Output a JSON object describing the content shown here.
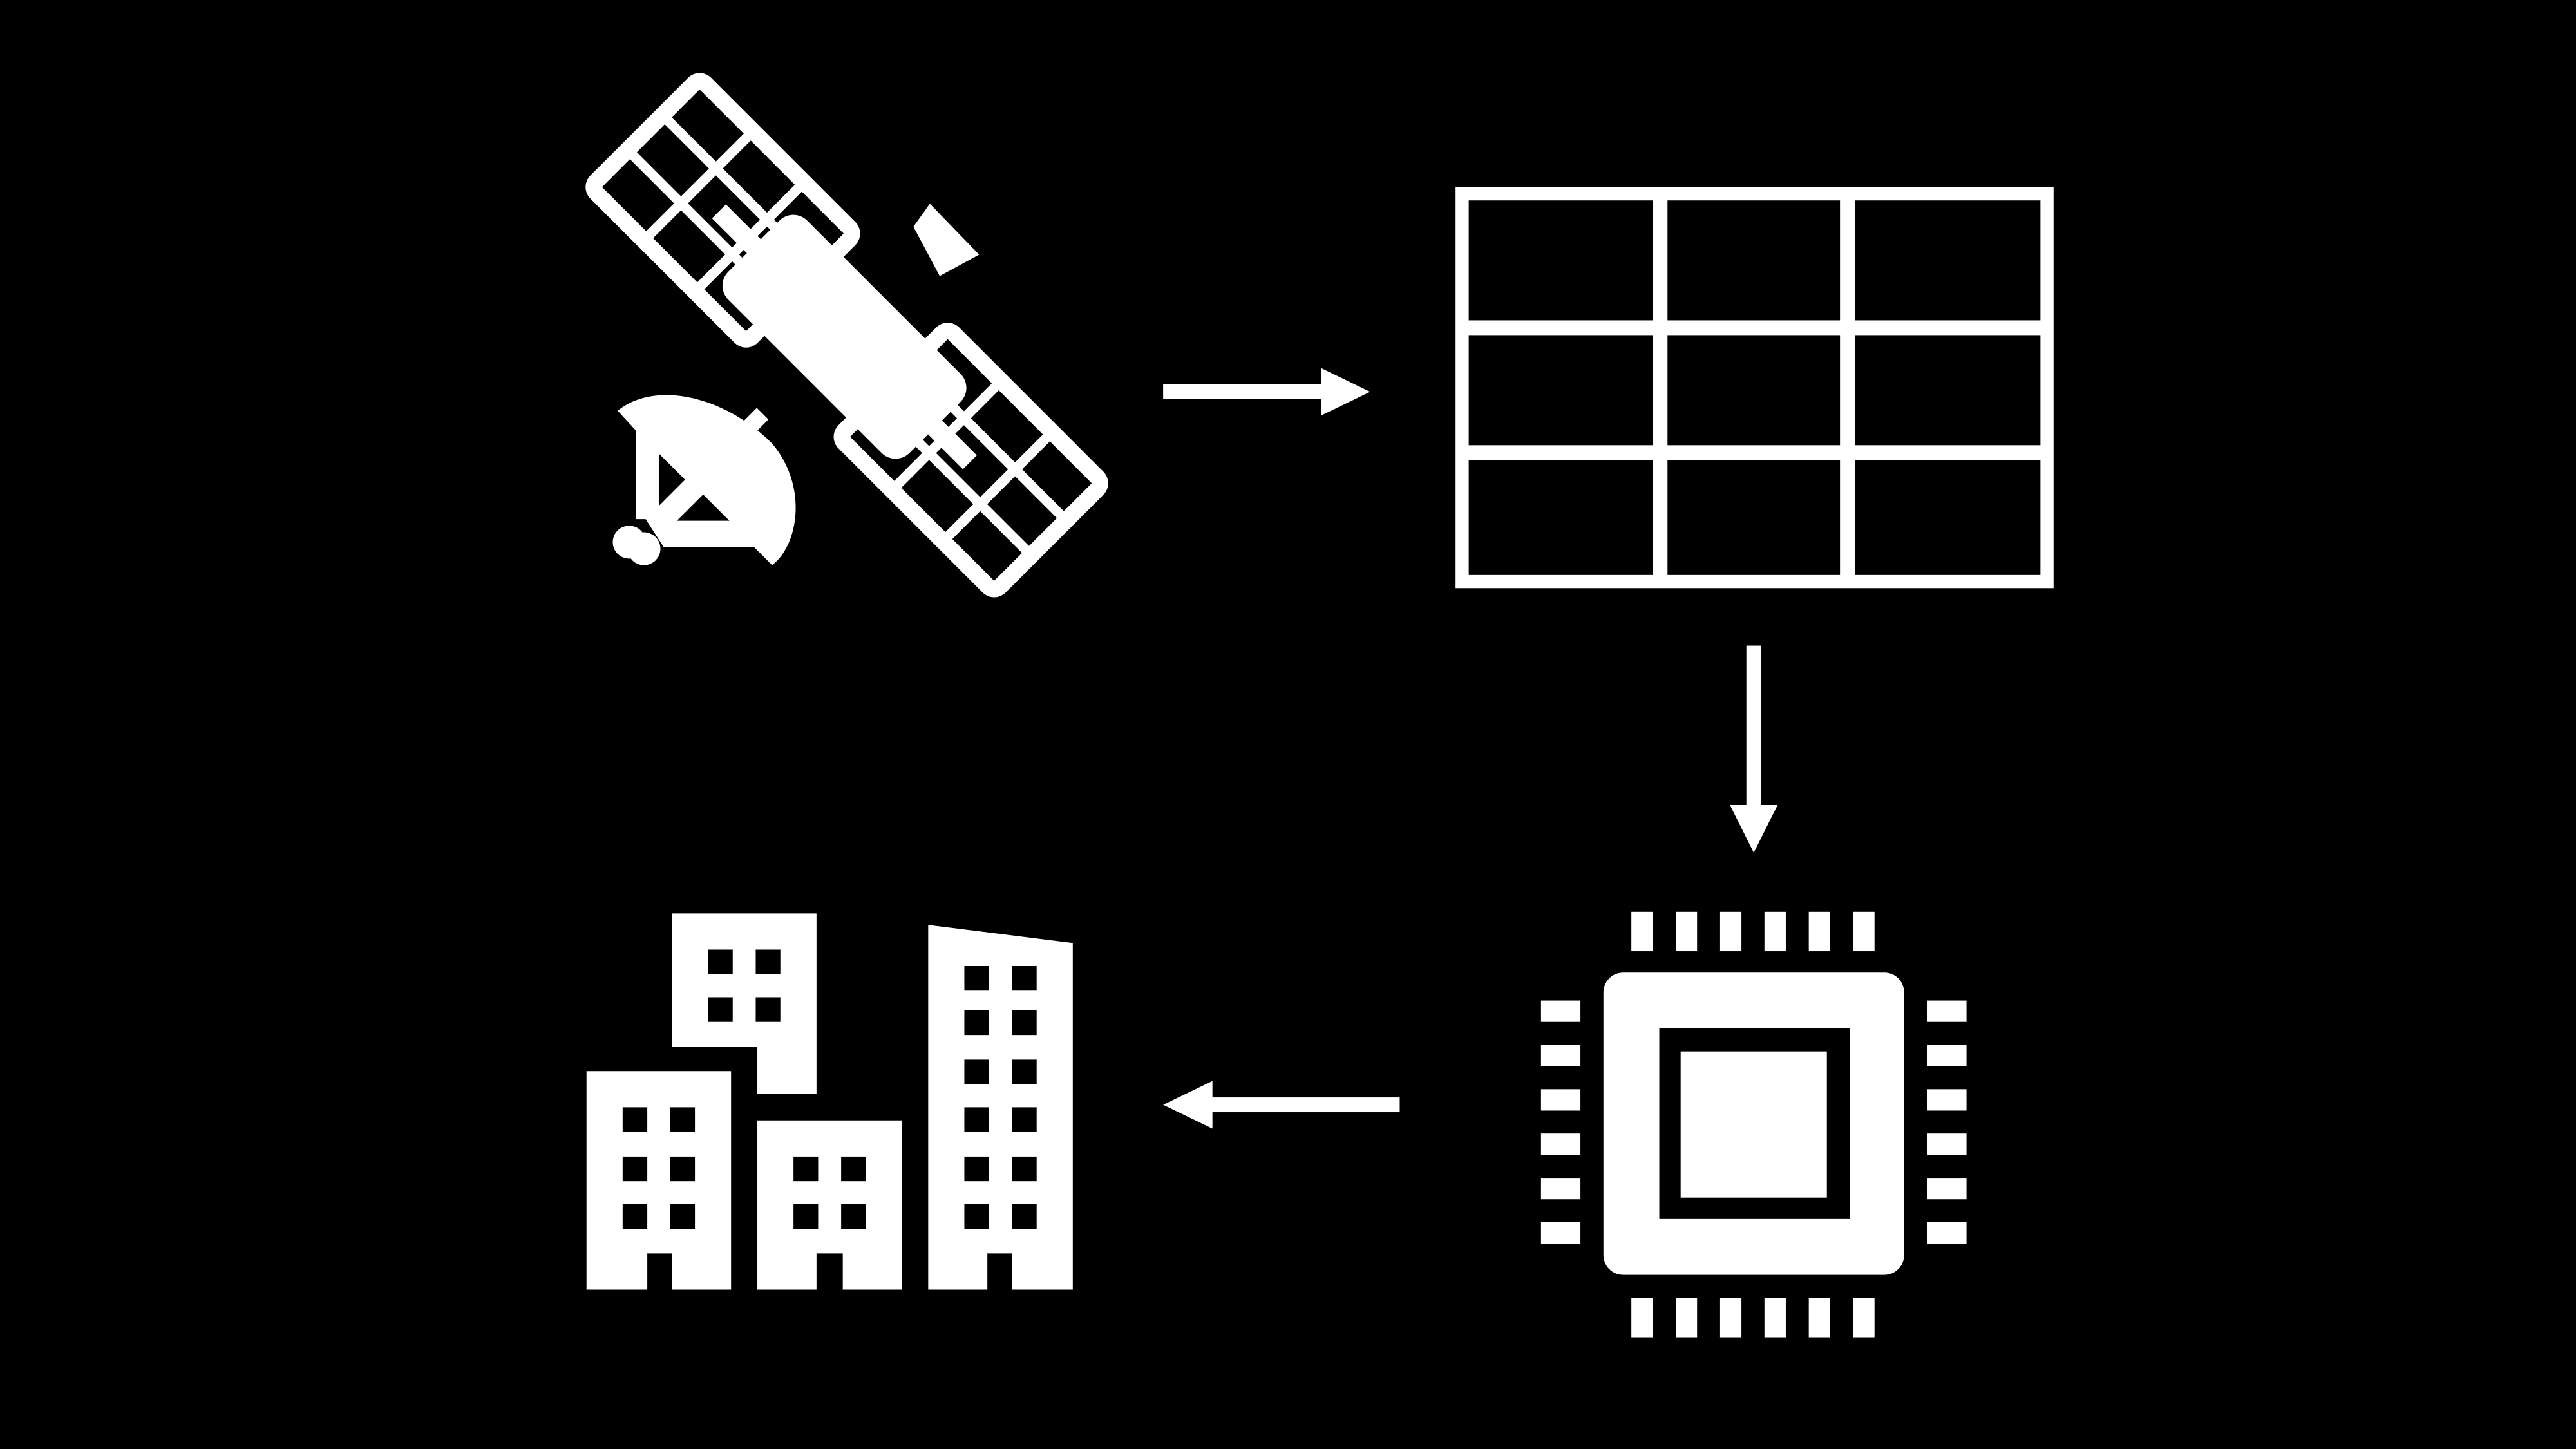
{
  "diagram": {
    "background_color": "#000000",
    "foreground_color": "#ffffff",
    "nodes": [
      {
        "id": "satellite",
        "icon": "satellite-icon"
      },
      {
        "id": "image-grid",
        "icon": "grid-tiles-icon"
      },
      {
        "id": "processor",
        "icon": "cpu-chip-icon"
      },
      {
        "id": "city",
        "icon": "buildings-icon"
      }
    ],
    "edges": [
      {
        "from": "satellite",
        "to": "image-grid",
        "icon": "arrow-right-icon"
      },
      {
        "from": "image-grid",
        "to": "processor",
        "icon": "arrow-down-icon"
      },
      {
        "from": "processor",
        "to": "city",
        "icon": "arrow-left-icon"
      }
    ]
  }
}
